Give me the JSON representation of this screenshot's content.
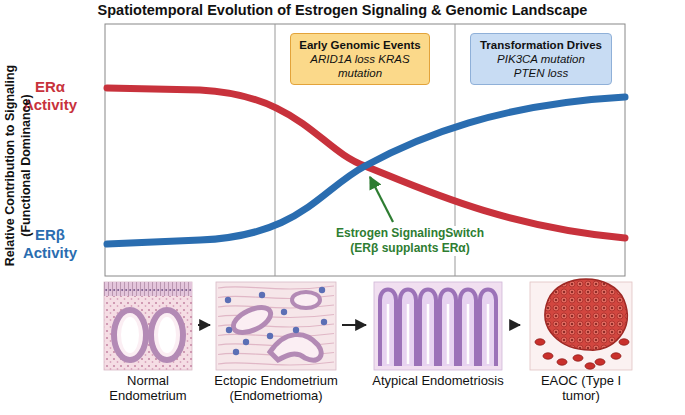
{
  "diagram": {
    "title": "Spatiotemporal Evolution of Estrogen Signaling & Genomic Landscape",
    "nodes": [
      {
        "text": [
          "Early Genomic Events",
          "ARID1A loss KRAS mutation"
        ]
      },
      {
        "text": [
          "Transformation Drives",
          "PIK3CA mutation PTEN loss"
        ]
      },
      {
        "text": [
          "Normal Endometrium"
        ]
      },
      {
        "text": [
          "Ectopic Endometrium (Endometrioma)"
        ]
      },
      {
        "text": [
          "Atypical Endometriosis"
        ]
      },
      {
        "text": [
          "EAOC (Type I tumor)"
        ]
      }
    ],
    "edges": [
      {
        "from": 2,
        "to": 3,
        "arrow": "to"
      },
      {
        "from": 3,
        "to": 4,
        "arrow": "to"
      },
      {
        "from": 4,
        "to": 5,
        "arrow": "to"
      }
    ],
    "labels": [
      "ERα Activity",
      "ERβ Activity",
      "Relative Contribution to Signaling (Functional Dominance)",
      "Estrogen SignalingSwitch (ERβ supplants ERα)"
    ]
  }
}
